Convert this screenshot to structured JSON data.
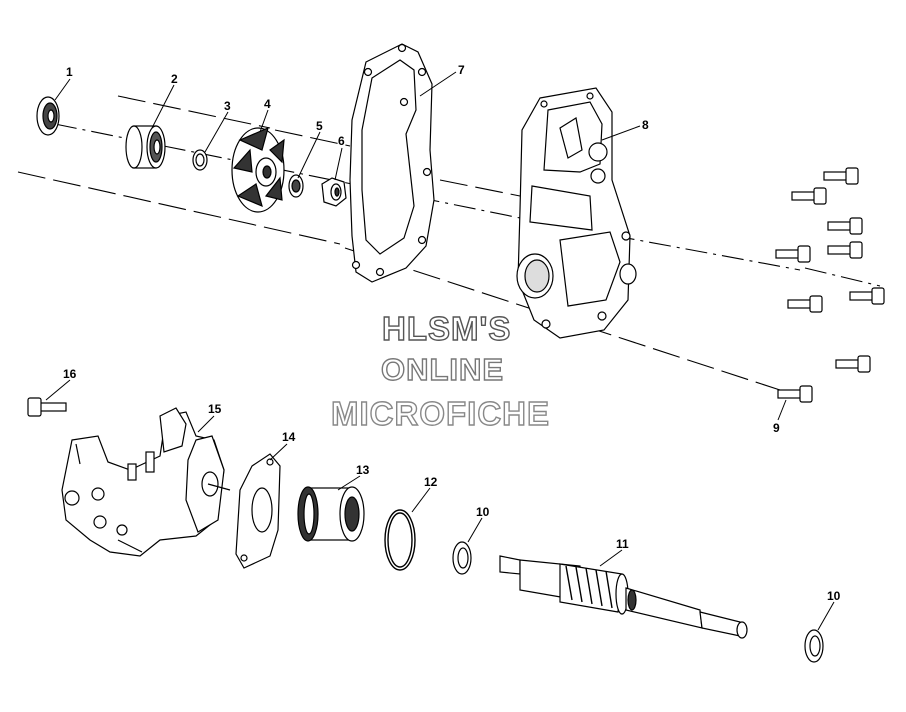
{
  "watermark": {
    "line1": "HLSM'S",
    "line2": "ONLINE",
    "line3": "MICROFICHE"
  },
  "callouts": {
    "c1": "1",
    "c2": "2",
    "c3": "3",
    "c4": "4",
    "c5": "5",
    "c6": "6",
    "c7": "7",
    "c8": "8",
    "c9": "9",
    "c10a": "10",
    "c10b": "10",
    "c11": "11",
    "c12": "12",
    "c13": "13",
    "c14": "14",
    "c15": "15",
    "c16": "16"
  },
  "colors": {
    "line": "#000000",
    "part_fill": "#ffffff",
    "shade": "#3a3a3a",
    "watermark_stroke": "#666666"
  }
}
